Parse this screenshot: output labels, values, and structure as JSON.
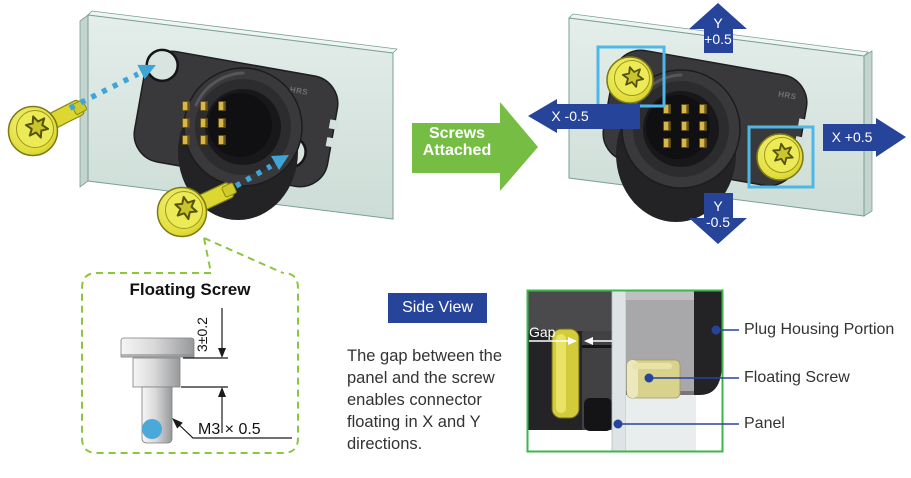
{
  "colors": {
    "navy": "#27449b",
    "green-arrow": "#76bd43",
    "callout-green": "#8cc63f",
    "sideview-green": "#3cb54a",
    "dotted-blue": "#3fa5d6",
    "highlight-cyan": "#4db8e8",
    "screw-yellow": "#dfdb33",
    "panel-face": "#dbe7e2",
    "pin-gold": "#d9b64a",
    "thread-highlight-blue": "#4aa9d8"
  },
  "left_scene": {
    "hrs_marking": "HRS"
  },
  "transition": {
    "line1": "Screws",
    "line2": "Attached"
  },
  "right_scene": {
    "hrs_marking": "HRS",
    "float_up_axis": "Y",
    "float_up_value": "+0.5",
    "float_down_axis": "Y",
    "float_down_value": "-0.5",
    "float_left": "X -0.5",
    "float_right": "X +0.5"
  },
  "floating_screw_detail": {
    "title": "Floating Screw",
    "shoulder_dimension": "3±0.2",
    "thread_spec": "M3 × 0.5"
  },
  "side_view": {
    "badge": "Side View",
    "description": "The gap between the panel and the screw enables connector floating in X and Y directions.",
    "gap_label": "Gap",
    "callout_plug_housing": "Plug Housing Portion",
    "callout_floating_screw": "Floating Screw",
    "callout_panel": "Panel"
  }
}
